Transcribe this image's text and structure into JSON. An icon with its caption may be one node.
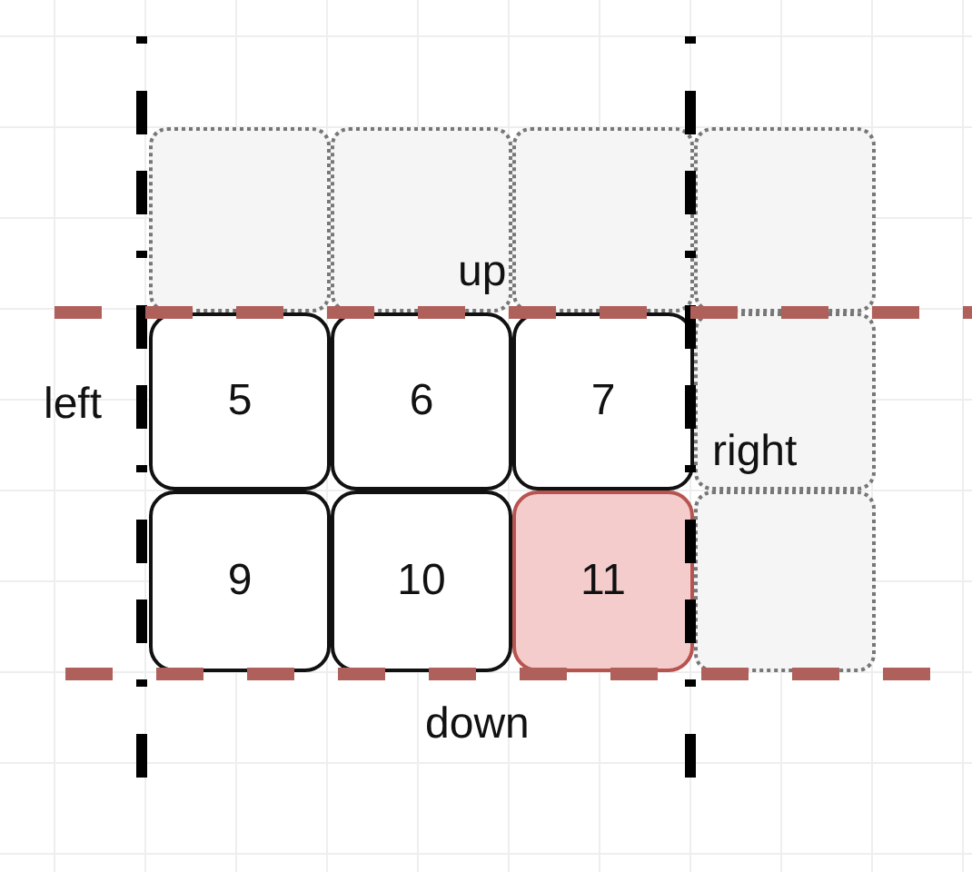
{
  "diagram": {
    "nodes": [
      {
        "text": [],
        "shape": "box"
      },
      {
        "text": [],
        "shape": "box"
      },
      {
        "text": [],
        "shape": "box"
      },
      {
        "text": [],
        "shape": "box"
      },
      {
        "text": [
          "5"
        ]
      },
      {
        "text": [
          "6"
        ]
      },
      {
        "text": [
          "7"
        ]
      },
      {
        "text": [],
        "shape": "box"
      },
      {
        "text": [
          "9"
        ]
      },
      {
        "text": [
          "10"
        ]
      },
      {
        "text": [
          "11"
        ]
      },
      {
        "text": [],
        "shape": "box"
      }
    ],
    "labels": [
      "up",
      "left",
      "right",
      "down"
    ]
  }
}
